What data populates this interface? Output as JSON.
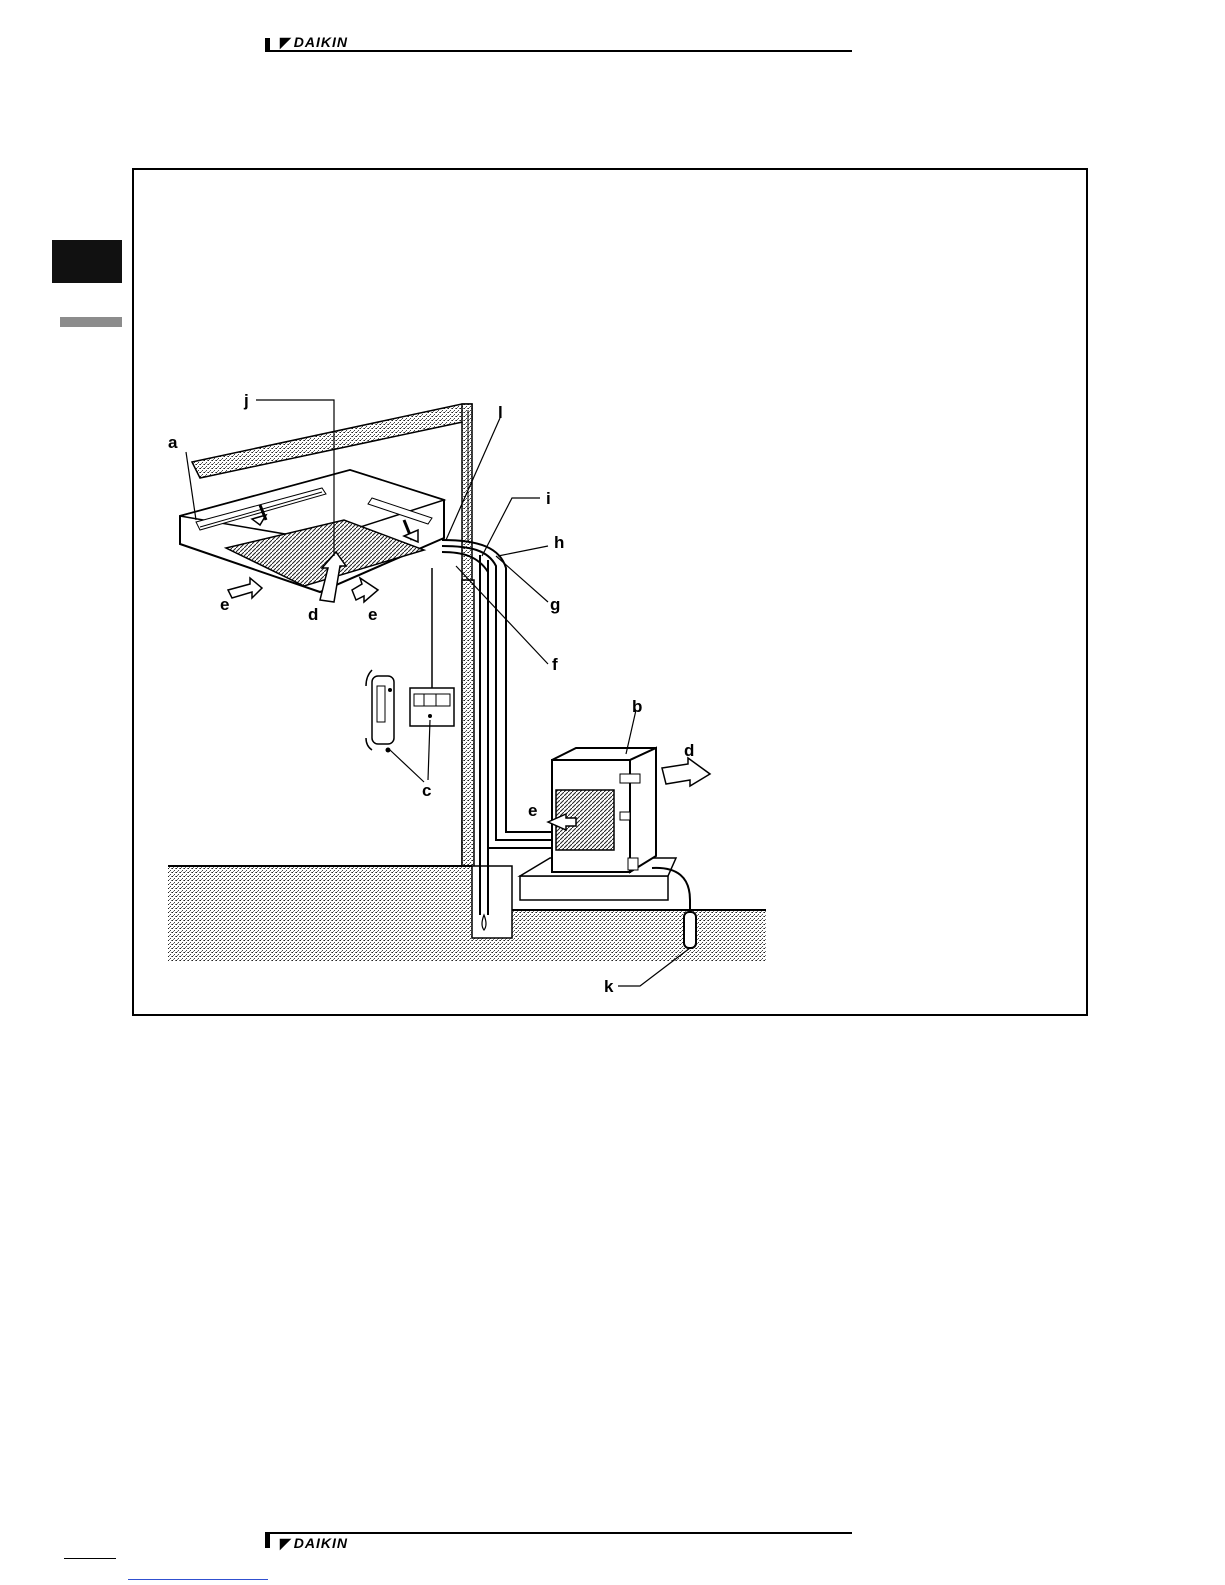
{
  "header": {
    "brand": "DAIKIN"
  },
  "footer": {
    "brand": "DAIKIN"
  },
  "labels": {
    "a": "a",
    "b": "b",
    "c": "c",
    "d1": "d",
    "d2": "d",
    "e1": "e",
    "e2": "e",
    "e3": "e",
    "f": "f",
    "g": "g",
    "h": "h",
    "i": "i",
    "j": "j",
    "k": "k",
    "l": "l"
  },
  "icons": [
    "daikin-logo",
    "airflow-arrow-icon",
    "remote-control-icon",
    "wall-controller-icon",
    "water-drop-icon"
  ]
}
